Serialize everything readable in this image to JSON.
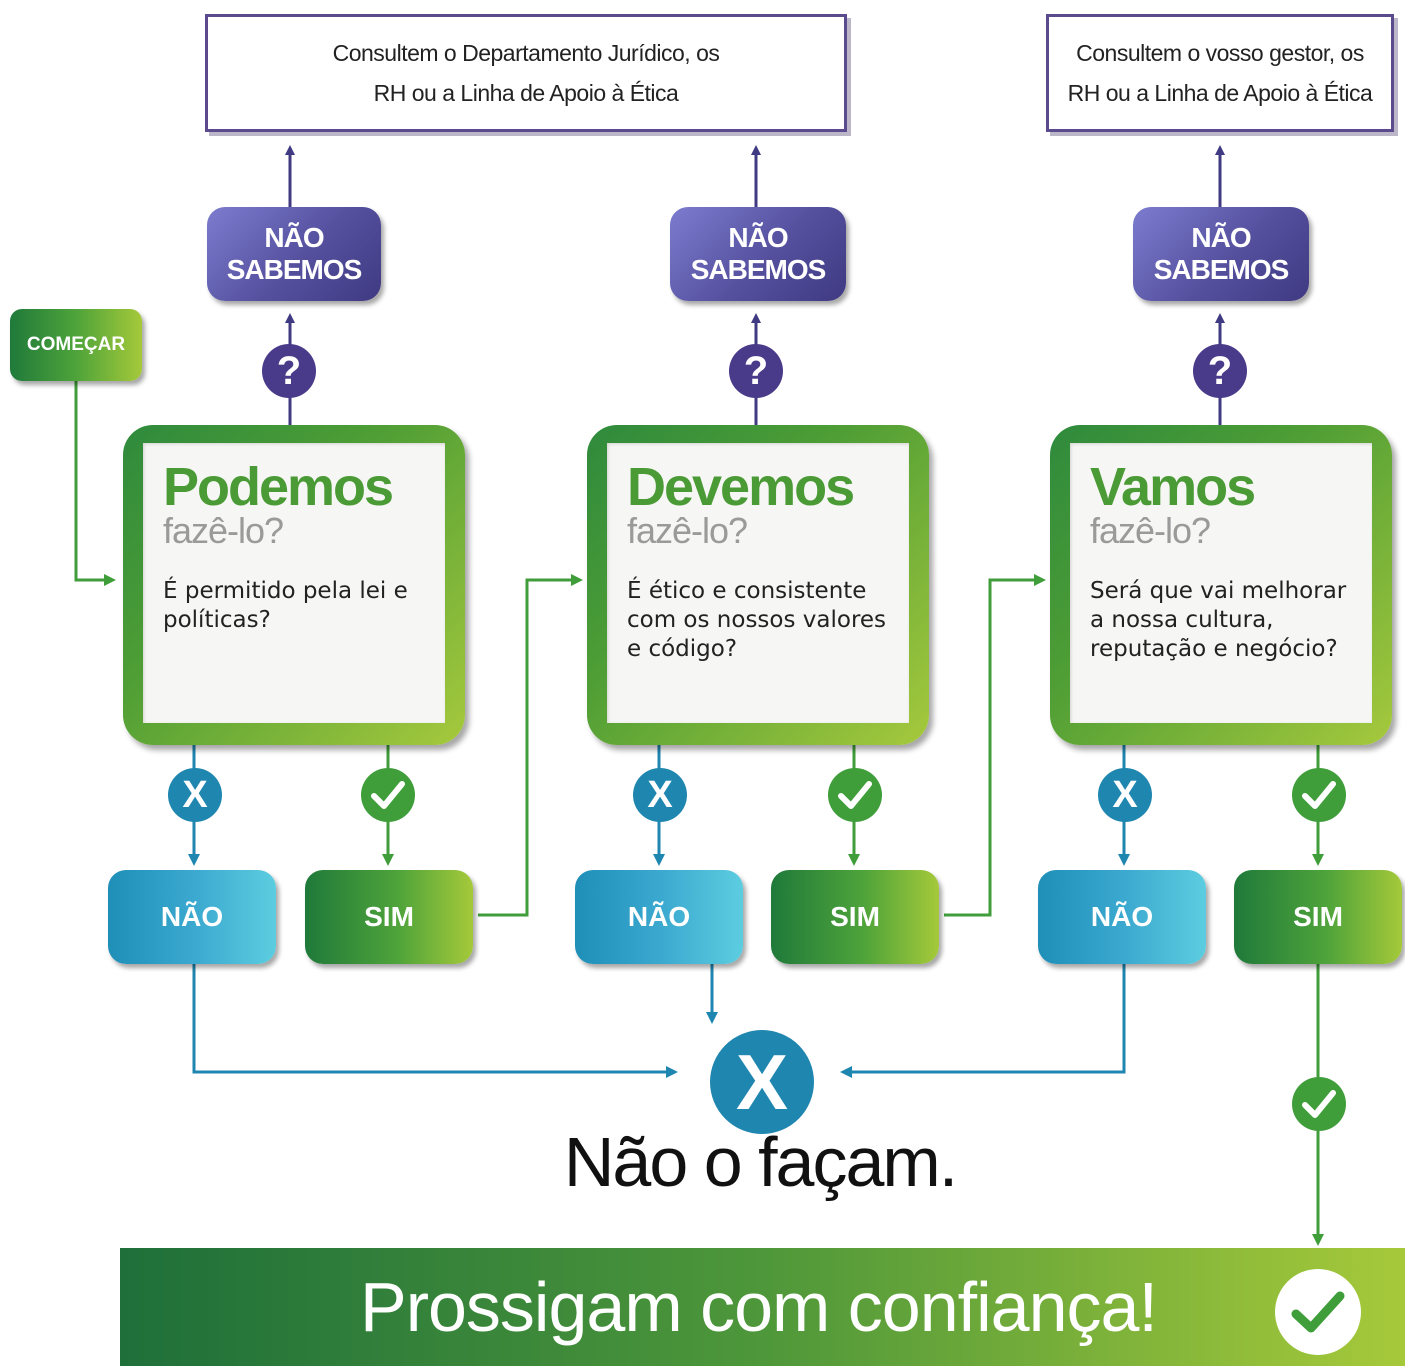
{
  "start": {
    "label": "COMEÇAR"
  },
  "consult_left": {
    "line1": "Consultem o Departamento Jurídico, os",
    "line2": "RH ou a Linha de Apoio à Ética"
  },
  "consult_right": {
    "line1": "Consultem o vosso gestor, os",
    "line2": "RH ou a Linha de Apoio à Ética"
  },
  "unknown": {
    "line1": "NÃO",
    "line2": "SABEMOS",
    "symbol": "?"
  },
  "questions": [
    {
      "title": "Podemos",
      "subtitle": "fazê-lo?",
      "text": "É permitido pela lei e políticas?"
    },
    {
      "title": "Devemos",
      "subtitle": "fazê-lo?",
      "text": "É ético e consistente com os nossos valores e código?"
    },
    {
      "title": "Vamos",
      "subtitle": "fazê-lo?",
      "text": "Será que vai melhorar a nossa cultura, reputação e negócio?"
    }
  ],
  "answers": {
    "no": "NÃO",
    "yes": "SIM",
    "no_symbol": "X"
  },
  "stop": {
    "symbol": "X",
    "text": "Não o façam."
  },
  "proceed": {
    "text": "Prossigam com confiança!"
  },
  "colors": {
    "purple": "#4a3a8a",
    "green": "#4a9a35",
    "blue": "#1f86b0",
    "lime": "#a6c93a"
  }
}
